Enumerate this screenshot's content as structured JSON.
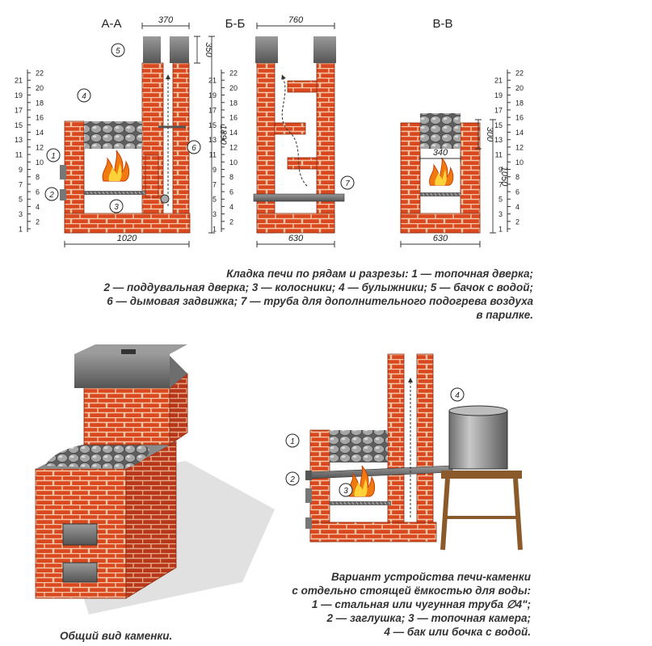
{
  "sections": [
    {
      "title": "А-А",
      "top_dim": "370",
      "side_dims": [
        "350",
        "1890"
      ],
      "bottom_dim": "1020"
    },
    {
      "title": "Б-Б",
      "top_dim": "760",
      "bottom_dim": "630"
    },
    {
      "title": "В-В",
      "inner_dim": "340",
      "side_dims": [
        "300",
        "1050"
      ],
      "bottom_dim": "630"
    }
  ],
  "rows_left": [
    "22",
    "21",
    "20",
    "19",
    "18",
    "17",
    "16",
    "15",
    "14",
    "13",
    "12",
    "11",
    "10",
    "9",
    "8",
    "7",
    "6",
    "5",
    "4",
    "3",
    "2",
    "1"
  ],
  "markers_top": [
    "1",
    "2",
    "3",
    "4",
    "5",
    "6",
    "7"
  ],
  "caption_top": [
    "Кладка печи по рядам и разрезы: 1 — топочная дверка;",
    "2 — поддувальная дверка; 3 — колосники; 4 — булыжники; 5 — бачок с водой;",
    "6 — дымовая задвижка; 7 — труба для дополнительного подогрева воздуха",
    "в парилке."
  ],
  "caption_general": "Общий вид каменки.",
  "markers_bottom": [
    "1",
    "2",
    "3",
    "4"
  ],
  "caption_variant": [
    "Вариант устройства печи-каменки",
    "с отдельно стоящей ёмкостью для воды:",
    "1 — стальная или чугунная труба ∅4\";",
    "2 — заглушка; 3 — топочная камера;",
    "4 — бак или бочка с водой."
  ],
  "colors": {
    "brick": "#d9481e",
    "mortar": "#f4c7a8",
    "metal": "#888888",
    "dark_metal": "#5a5a5a",
    "fire": "#f07a10",
    "stone": "#9a9a9a"
  }
}
